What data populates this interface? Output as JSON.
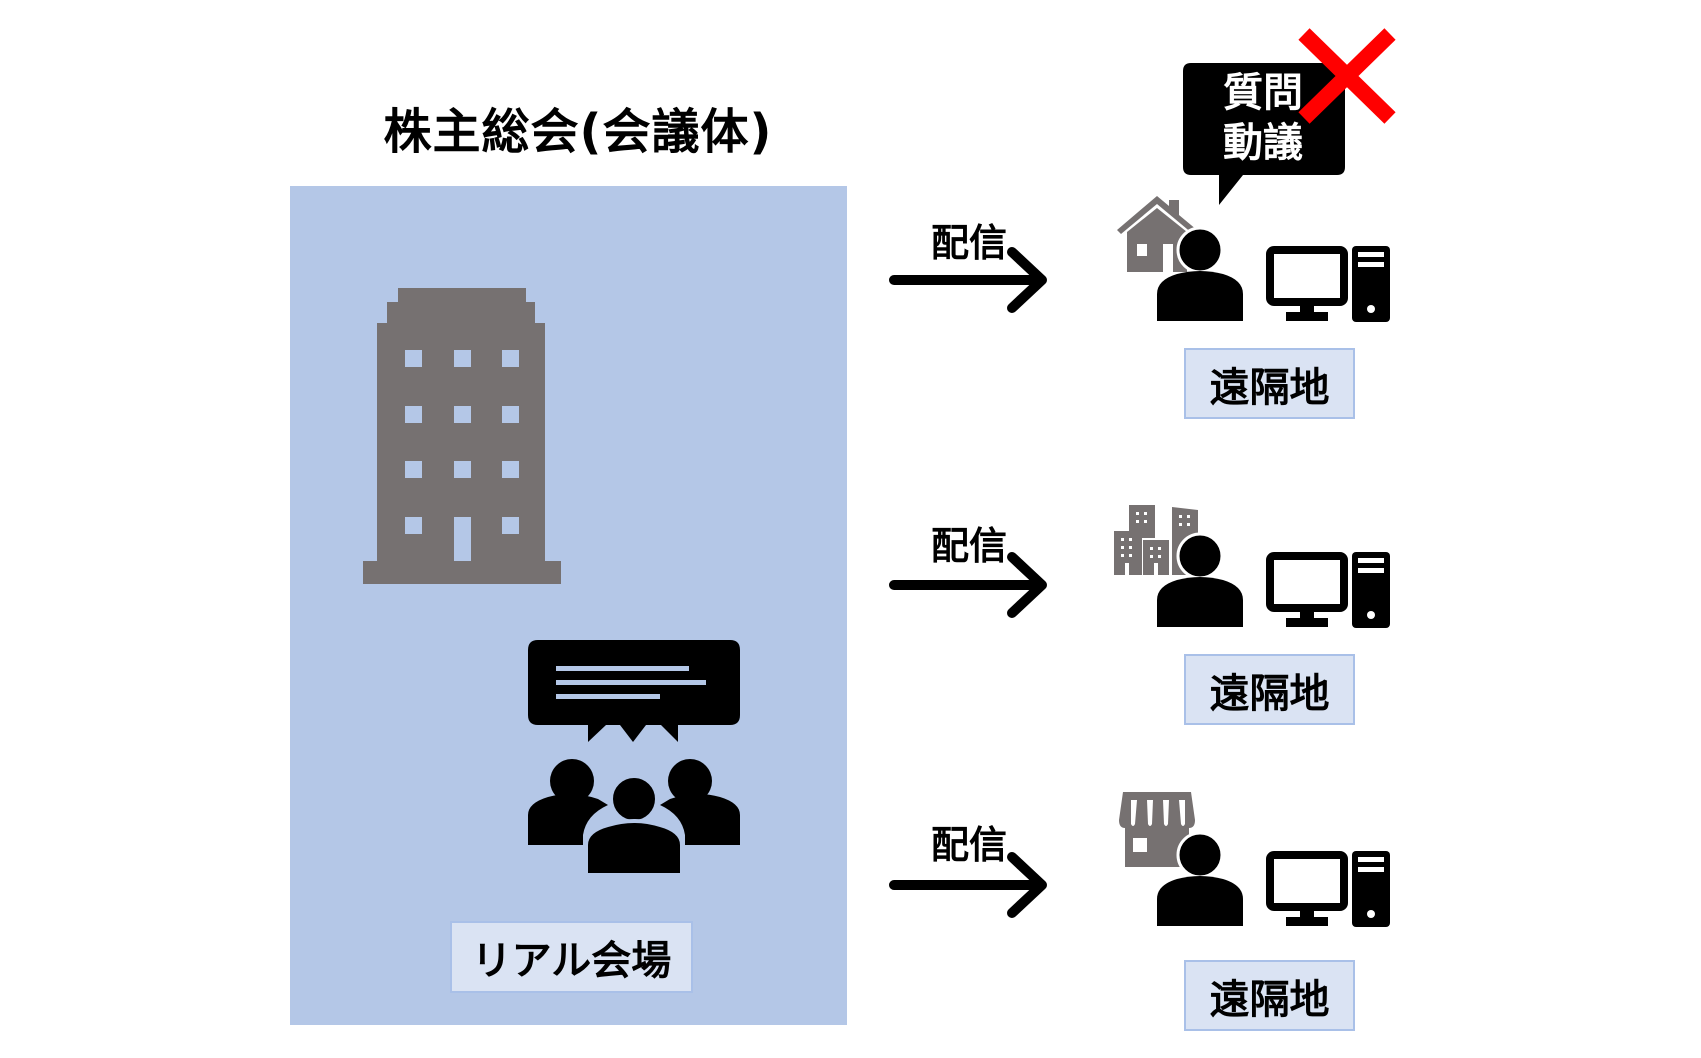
{
  "title": "株主総会(会議体)",
  "venue": {
    "label": "リアル会場",
    "background_color": "#b4c7e7",
    "icons": [
      "office-building-icon",
      "speech-bubble-icon",
      "audience-group-icon"
    ]
  },
  "streams": [
    {
      "label": "配信",
      "remote_label": "遠隔地",
      "location_icon": "house-icon"
    },
    {
      "label": "配信",
      "remote_label": "遠隔地",
      "location_icon": "city-buildings-icon"
    },
    {
      "label": "配信",
      "remote_label": "遠隔地",
      "location_icon": "storefront-icon"
    }
  ],
  "question_bubble": {
    "line1": "質問",
    "line2": "動議",
    "status": "not-allowed",
    "cross_color": "#ff0000"
  },
  "colors": {
    "icon_gray": "#767171",
    "label_bg": "#dae3f3",
    "label_border": "#a9c0e8"
  }
}
